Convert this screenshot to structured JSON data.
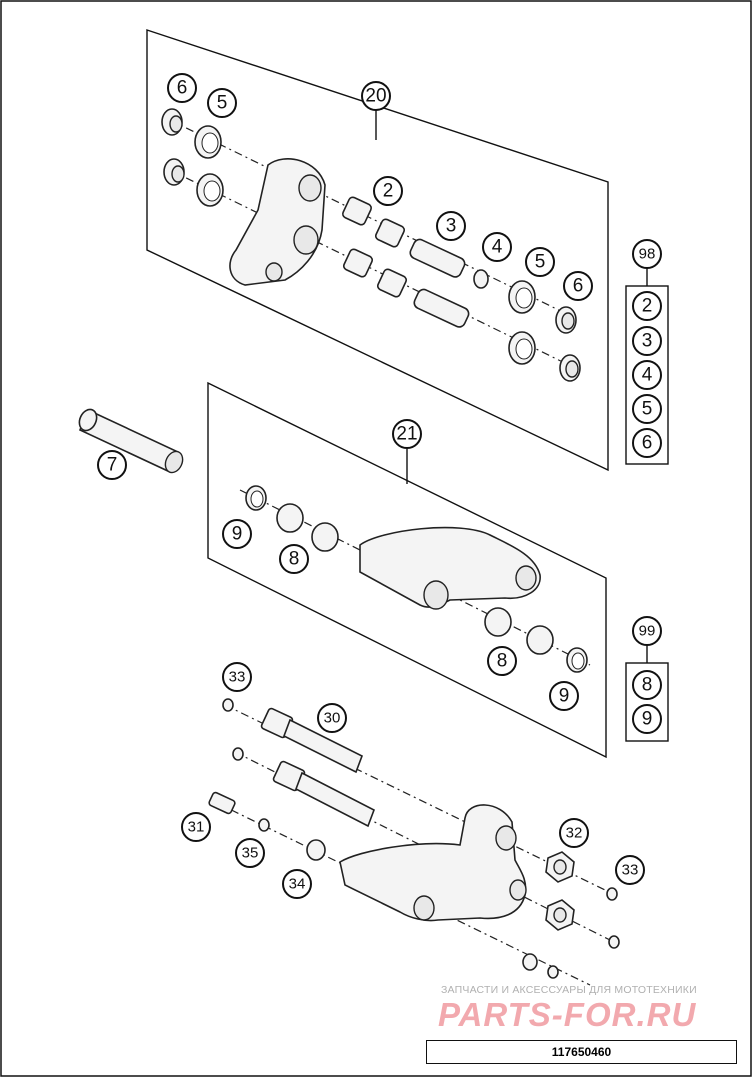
{
  "callouts": {
    "c20": "20",
    "c6a": "6",
    "c5a": "5",
    "c2": "2",
    "c3": "3",
    "c4": "4",
    "c5b": "5",
    "c6b": "6",
    "c98": "98",
    "k2": "2",
    "k3": "3",
    "k4": "4",
    "k5": "5",
    "k6": "6",
    "c7": "7",
    "c21": "21",
    "c9a": "9",
    "c8a": "8",
    "c8b": "8",
    "c9b": "9",
    "c99": "99",
    "k8": "8",
    "k9": "9",
    "c33a": "33",
    "c30": "30",
    "c31": "31",
    "c35": "35",
    "c34": "34",
    "c32": "32",
    "c33b": "33"
  },
  "watermark": {
    "subtitle": "ЗАПЧАСТИ И АКСЕССУАРЫ ДЛЯ МОТОТЕХНИКИ",
    "brand": "PARTS-FOR.RU"
  },
  "document_number": "117650460"
}
